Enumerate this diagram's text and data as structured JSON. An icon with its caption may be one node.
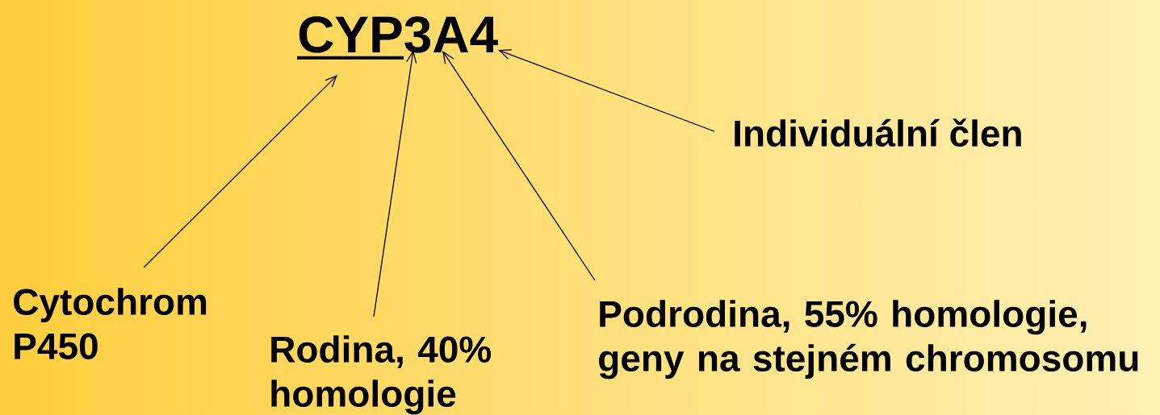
{
  "diagram": {
    "nodes": [
      {
        "text": [
          "CYP3A4"
        ]
      },
      {
        "text": [
          "Cytochrom P450"
        ]
      },
      {
        "text": [
          "Rodina, 40% homologie"
        ]
      },
      {
        "text": [
          "Podrodina, 55% homologie, geny na stejném chromosomu"
        ]
      },
      {
        "text": [
          "Individuální člen"
        ]
      }
    ],
    "edges": [
      {
        "from": 1,
        "to": 0,
        "arrow": "to"
      },
      {
        "from": 2,
        "to": 0,
        "arrow": "to"
      },
      {
        "from": 3,
        "to": 0,
        "arrow": "to"
      },
      {
        "from": 4,
        "to": 0,
        "arrow": "to"
      }
    ]
  }
}
